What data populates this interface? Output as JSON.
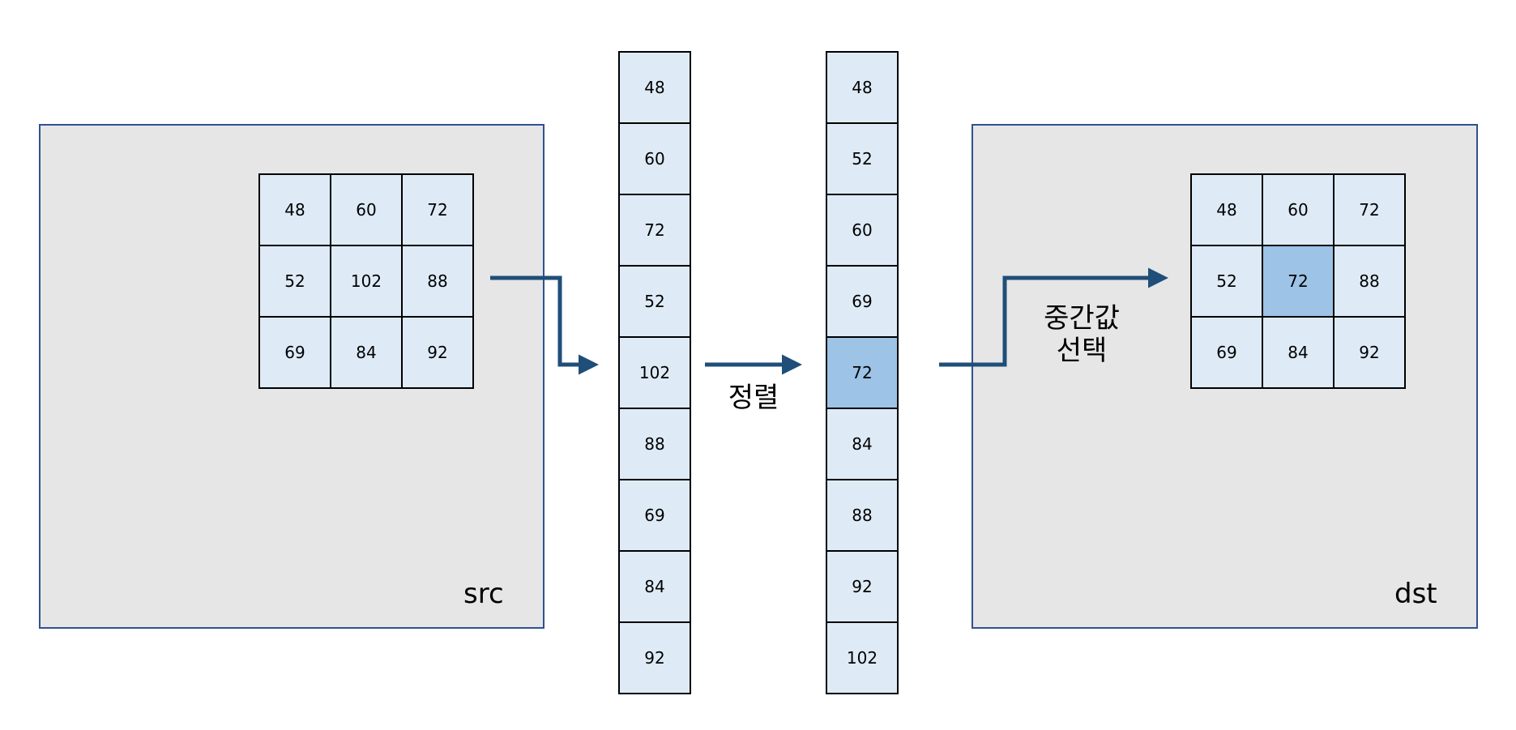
{
  "src": {
    "label": "src",
    "window": [
      [
        "48",
        "60",
        "72"
      ],
      [
        "52",
        "102",
        "88"
      ],
      [
        "69",
        "84",
        "92"
      ]
    ]
  },
  "unsorted_column": [
    "48",
    "60",
    "72",
    "52",
    "102",
    "88",
    "69",
    "84",
    "92"
  ],
  "sort_label": "정렬",
  "sorted_column": [
    "48",
    "52",
    "60",
    "69",
    "72",
    "84",
    "88",
    "92",
    "102"
  ],
  "sorted_highlight_index": 4,
  "median_label": [
    "중간값",
    "선택"
  ],
  "dst": {
    "label": "dst",
    "window": [
      [
        "48",
        "60",
        "72"
      ],
      [
        "52",
        "72",
        "88"
      ],
      [
        "69",
        "84",
        "92"
      ]
    ],
    "highlight": [
      1,
      1
    ]
  },
  "colors": {
    "panel_fill": "#e6e6e6",
    "panel_border": "#2f528f",
    "cell_fill": "#deebf7",
    "highlight_fill": "#9dc3e6",
    "arrow": "#1f4e79"
  }
}
